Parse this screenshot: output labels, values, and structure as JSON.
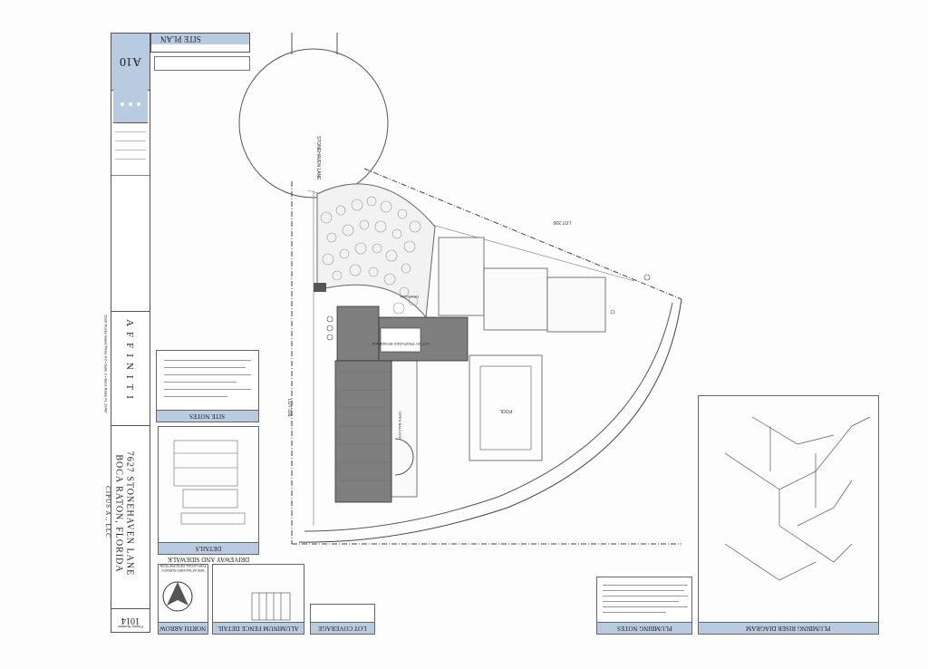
{
  "sheet": {
    "number": "A10",
    "title": "SITE PLAN",
    "project_number": "1014",
    "project_number_label": "Project Number"
  },
  "firm": {
    "name": "AFFINITI",
    "address": "5100 Rocky Island Pkwy. A3 • Suite 3 • Boca Raton FL 33487"
  },
  "project": {
    "address_line1": "7627 STONEHAVEN LANE",
    "address_line2": "BOCA RATON, FLORIDA",
    "owner": "CIPUS A., LLC"
  },
  "detail_titles": {
    "site_notes": "SITE NOTES",
    "driveway": "DRIVEWAY AND SIDEWALK DETAILS",
    "north_arrow": "NORTH ARROW",
    "fence": "ALUMINUM FENCE DETAIL",
    "lot_coverage": "LOT COVERAGE",
    "plumbing_notes": "PLUMBING NOTES",
    "riser": "PLUMBING RISER DIAGRAM",
    "survey_note": "SEE ATTACHED SURVEY FOR LEGAL DESCRIPTION"
  },
  "plan_labels": {
    "street": "STONEHAVEN LANE",
    "lot_left": "LOT 338",
    "lot_top": "LOT 336",
    "residence": "LOT 337 PROPOSED RESIDENCE",
    "pool": "POOL",
    "open_balcony": "OPEN BALCONY",
    "driveway": "DRIVEWAY"
  }
}
